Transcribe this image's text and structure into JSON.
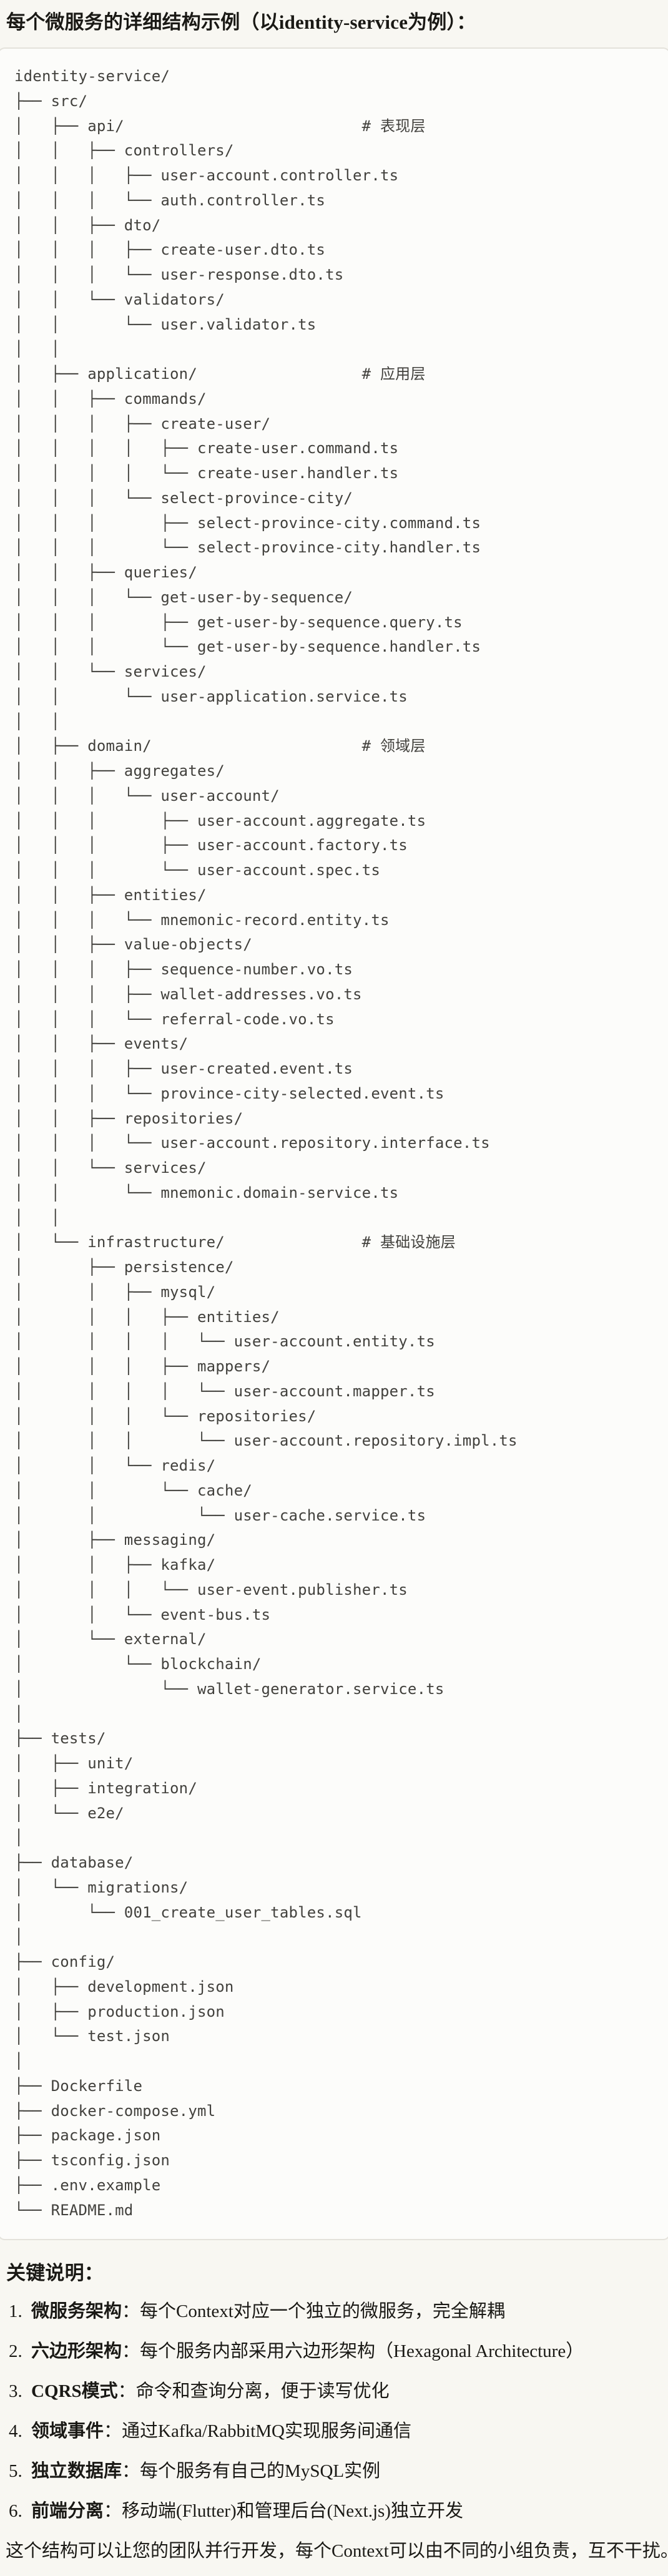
{
  "page": {
    "title": "每个微服务的详细结构示例（以identity-service为例）："
  },
  "code_block": {
    "tree_lines": [
      "identity-service/",
      "├── src/",
      "│   ├── api/                          # 表现层",
      "│   │   ├── controllers/",
      "│   │   │   ├── user-account.controller.ts",
      "│   │   │   └── auth.controller.ts",
      "│   │   ├── dto/",
      "│   │   │   ├── create-user.dto.ts",
      "│   │   │   └── user-response.dto.ts",
      "│   │   └── validators/",
      "│   │       └── user.validator.ts",
      "│   │",
      "│   ├── application/                  # 应用层",
      "│   │   ├── commands/",
      "│   │   │   ├── create-user/",
      "│   │   │   │   ├── create-user.command.ts",
      "│   │   │   │   └── create-user.handler.ts",
      "│   │   │   └── select-province-city/",
      "│   │   │       ├── select-province-city.command.ts",
      "│   │   │       └── select-province-city.handler.ts",
      "│   │   ├── queries/",
      "│   │   │   └── get-user-by-sequence/",
      "│   │   │       ├── get-user-by-sequence.query.ts",
      "│   │   │       └── get-user-by-sequence.handler.ts",
      "│   │   └── services/",
      "│   │       └── user-application.service.ts",
      "│   │",
      "│   ├── domain/                       # 领域层",
      "│   │   ├── aggregates/",
      "│   │   │   └── user-account/",
      "│   │   │       ├── user-account.aggregate.ts",
      "│   │   │       ├── user-account.factory.ts",
      "│   │   │       └── user-account.spec.ts",
      "│   │   ├── entities/",
      "│   │   │   └── mnemonic-record.entity.ts",
      "│   │   ├── value-objects/",
      "│   │   │   ├── sequence-number.vo.ts",
      "│   │   │   ├── wallet-addresses.vo.ts",
      "│   │   │   └── referral-code.vo.ts",
      "│   │   ├── events/",
      "│   │   │   ├── user-created.event.ts",
      "│   │   │   └── province-city-selected.event.ts",
      "│   │   ├── repositories/",
      "│   │   │   └── user-account.repository.interface.ts",
      "│   │   └── services/",
      "│   │       └── mnemonic.domain-service.ts",
      "│   │",
      "│   └── infrastructure/               # 基础设施层",
      "│       ├── persistence/",
      "│       │   ├── mysql/",
      "│       │   │   ├── entities/",
      "│       │   │   │   └── user-account.entity.ts",
      "│       │   │   ├── mappers/",
      "│       │   │   │   └── user-account.mapper.ts",
      "│       │   │   └── repositories/",
      "│       │   │       └── user-account.repository.impl.ts",
      "│       │   └── redis/",
      "│       │       └── cache/",
      "│       │           └── user-cache.service.ts",
      "│       ├── messaging/",
      "│       │   ├── kafka/",
      "│       │   │   └── user-event.publisher.ts",
      "│       │   └── event-bus.ts",
      "│       └── external/",
      "│           └── blockchain/",
      "│               └── wallet-generator.service.ts",
      "│",
      "├── tests/",
      "│   ├── unit/",
      "│   ├── integration/",
      "│   └── e2e/",
      "│",
      "├── database/",
      "│   └── migrations/",
      "│       └── 001_create_user_tables.sql",
      "│",
      "├── config/",
      "│   ├── development.json",
      "│   ├── production.json",
      "│   └── test.json",
      "│",
      "├── Dockerfile",
      "├── docker-compose.yml",
      "├── package.json",
      "├── tsconfig.json",
      "├── .env.example",
      "└── README.md"
    ]
  },
  "notes": {
    "heading": "关键说明：",
    "separator": "：",
    "items": [
      {
        "num": "1.",
        "term": "微服务架构",
        "desc": "每个Context对应一个独立的微服务，完全解耦"
      },
      {
        "num": "2.",
        "term": "六边形架构",
        "desc": "每个服务内部采用六边形架构（Hexagonal Architecture）"
      },
      {
        "num": "3.",
        "term": "CQRS模式",
        "desc": "命令和查询分离，便于读写优化"
      },
      {
        "num": "4.",
        "term": "领域事件",
        "desc": "通过Kafka/RabbitMQ实现服务间通信"
      },
      {
        "num": "5.",
        "term": "独立数据库",
        "desc": "每个服务有自己的MySQL实例"
      },
      {
        "num": "6.",
        "term": "前端分离",
        "desc": "移动端(Flutter)和管理后台(Next.js)独立开发"
      }
    ],
    "closing": "这个结构可以让您的团队并行开发，每个Context可以由不同的小组负责，互不干扰。"
  },
  "colors": {
    "page_bg": "#f8f7f2",
    "code_bg": "#fcfcfa",
    "code_border": "#e4e2db",
    "code_text": "#42413d",
    "text": "#1a1915"
  }
}
